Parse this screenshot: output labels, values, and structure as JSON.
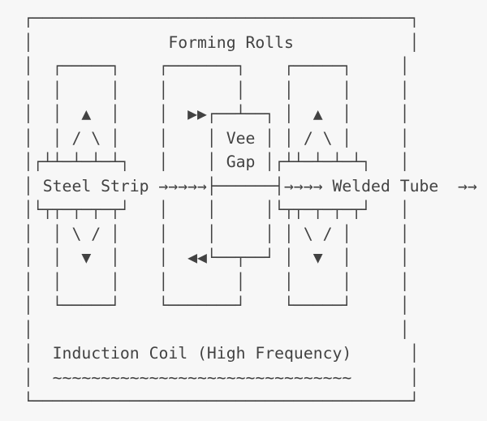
{
  "colors": {
    "background": "#f7f7f7",
    "foreground": "#424242"
  },
  "labels": {
    "title": "Forming Rolls",
    "vee_gap_line1": "Vee",
    "vee_gap_line2": "Gap",
    "input_label": "Steel Strip",
    "output_label": "Welded Tube",
    "coil_label": "Induction Coil (High Frequency)",
    "flow_arrow": "→",
    "weld_arrow_right": "▶▶",
    "weld_arrow_left": "◀◀",
    "roll_up": "▲",
    "roll_down": "▼"
  },
  "diagram": {
    "lines": [
      "┌───────────────────────────────────────┐",
      "│              Forming Rolls            │",
      "│  ┌─────┐    ┌───────┐    ┌─────┐     │",
      "│  │     │    │       │    │     │     │",
      "│  │  ▲  │    │  ▶▶┌──┴──┐ │  ▲  │     │",
      "│  │ / \\ │    │    │ Vee │ │ / \\ │     │",
      "│┌┴┴─┴─┴─┴┐   │    │ Gap │┌┴┴─┴─┴─┴┐   │",
      "│ Steel Strip →→→→→├──────┤→→→→ Welded Tube  →→",
      "│└┬┬─┬─┬─┬┘   │    │     │└┬┬─┬─┬─┬┘   │",
      "│  │ \\ / │    │    │     │ │ \\ / │     │",
      "│  │  ▼  │    │  ◀◀└──┬──┘ │  ▼  │     │",
      "│  │     │    │       │    │     │     │",
      "│  └─────┘    └───────┘    └─────┘     │",
      "│                                      │",
      "│  Induction Coil (High Frequency)      │",
      "│  ~~~~~~~~~~~~~~~~~~~~~~~~~~~~~~~      │",
      "└───────────────────────────────────────┘"
    ]
  }
}
